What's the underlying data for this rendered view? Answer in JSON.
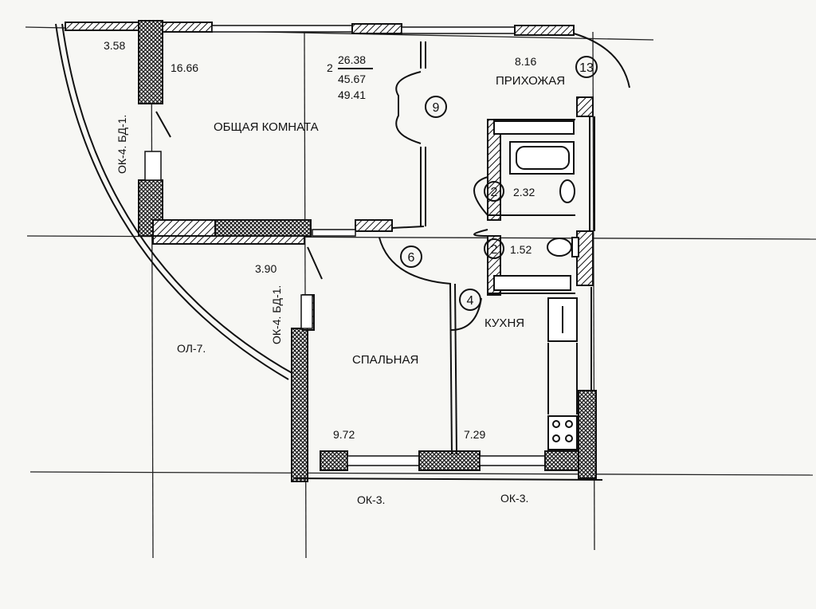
{
  "rooms": {
    "living": "ОБЩАЯ КОМНАТА",
    "hall": "ПРИХОЖАЯ",
    "kitchen": "КУХНЯ",
    "bedroom": "СПАЛЬНАЯ"
  },
  "areas": {
    "balcony": "3.58",
    "living": "16.66",
    "hall": "8.16",
    "bath1": "2.32",
    "bath2": "1.52",
    "loggia_small": "3.90",
    "bedroom": "9.72",
    "kitchen": "7.29"
  },
  "summary": {
    "rooms_count": "2",
    "living_area": "26.38",
    "total_area": "45.67",
    "total_with_balcony": "49.41"
  },
  "markers": {
    "m9": "9",
    "m13": "13",
    "m6": "6",
    "m4": "4",
    "m2a": "2",
    "m2b": "2"
  },
  "codes": {
    "ok4_top": "ОК-4. БД-1.",
    "ok4_mid": "ОК-4. БД-1.",
    "ol7": "ОЛ-7.",
    "ok3_left": "ОК-3.",
    "ok3_right": "ОК-3."
  },
  "colors": {
    "line": "#111111",
    "background": "#f7f7f4"
  }
}
